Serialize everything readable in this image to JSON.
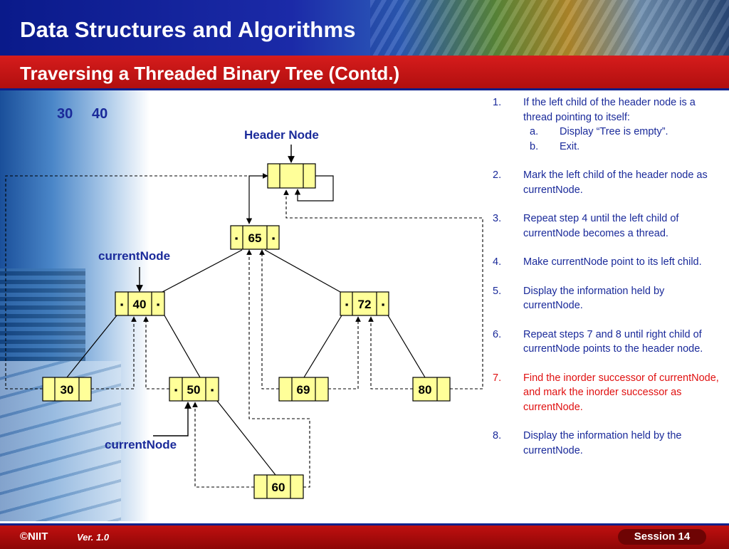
{
  "app_title": "Data Structures and Algorithms",
  "slide_title": "Traversing a Threaded Binary Tree (Contd.)",
  "output": [
    "30",
    "40"
  ],
  "diagram": {
    "header_label": "Header Node",
    "current_node_label_top": "currentNode",
    "current_node_label_bottom": "currentNode",
    "nodes": {
      "n65": "65",
      "n40": "40",
      "n72": "72",
      "n30": "30",
      "n50": "50",
      "n69": "69",
      "n80": "80",
      "n60": "60"
    },
    "thread_marker": "▪"
  },
  "steps": [
    {
      "num": "1.",
      "text": "If the left child of the header node is a thread pointing to itself:",
      "sub": [
        {
          "num": "a.",
          "text": "Display “Tree is empty”."
        },
        {
          "num": "b.",
          "text": "Exit."
        }
      ]
    },
    {
      "num": "2.",
      "text": "Mark the left child of the header node as currentNode."
    },
    {
      "num": "3.",
      "text": "Repeat step 4 until the left child of currentNode becomes a thread."
    },
    {
      "num": "4.",
      "text": "Make currentNode point to its left child."
    },
    {
      "num": "5.",
      "text": "Display the information held by currentNode."
    },
    {
      "num": "6.",
      "text": "Repeat steps 7 and 8 until right child of currentNode points to the header node."
    },
    {
      "num": "7.",
      "text": "Find the inorder successor of currentNode, and mark the inorder successor as currentNode."
    },
    {
      "num": "8.",
      "text": "Display the information held by the currentNode."
    }
  ],
  "active_step_index": 6,
  "footer": {
    "brand": "©NIIT",
    "version": "Ver.  1.0",
    "session": "Session 14"
  },
  "colors": {
    "title_bar": "#c41414",
    "banner": "#1b2aa8",
    "text_blue": "#1a2a9a",
    "node_fill": "#ffff99",
    "active_step": "#e01010"
  }
}
